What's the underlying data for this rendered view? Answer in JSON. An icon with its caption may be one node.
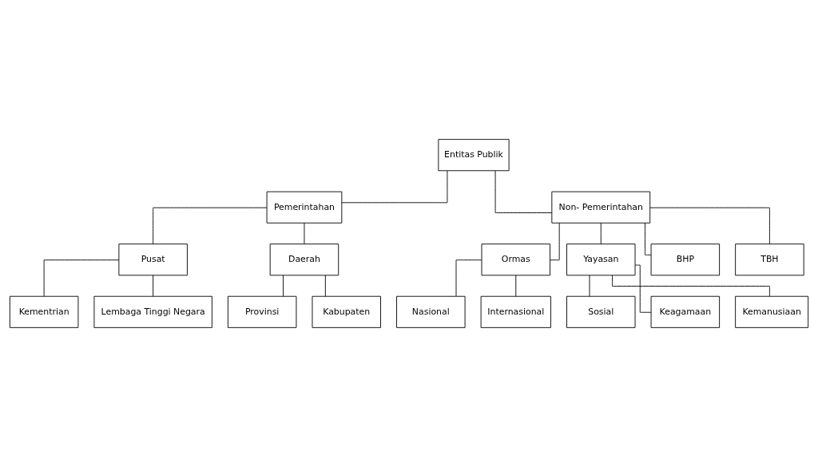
{
  "diagram": {
    "nodes": [
      {
        "text": [
          "Entitas Publik"
        ]
      },
      {
        "text": [
          "Pemerintahan"
        ]
      },
      {
        "text": [
          "Non- Pemerintahan"
        ]
      },
      {
        "text": [
          "Pusat"
        ]
      },
      {
        "text": [
          "Daerah"
        ]
      },
      {
        "text": [
          "Ormas"
        ]
      },
      {
        "text": [
          "Yayasan"
        ]
      },
      {
        "text": [
          "BHP"
        ]
      },
      {
        "text": [
          "TBH"
        ]
      },
      {
        "text": [
          "Kementrian"
        ]
      },
      {
        "text": [
          "Lembaga Tinggi Negara"
        ]
      },
      {
        "text": [
          "Provinsi"
        ]
      },
      {
        "text": [
          "Kabupaten"
        ]
      },
      {
        "text": [
          "Nasional"
        ]
      },
      {
        "text": [
          "Internasional"
        ]
      },
      {
        "text": [
          "Sosial"
        ]
      },
      {
        "text": [
          "Keagamaan"
        ]
      },
      {
        "text": [
          "Kemanusiaan"
        ]
      }
    ],
    "edges": [
      {
        "from": 0,
        "to": 1,
        "arrow": "none"
      },
      {
        "from": 0,
        "to": 2,
        "arrow": "none"
      },
      {
        "from": 1,
        "to": 3,
        "arrow": "none"
      },
      {
        "from": 1,
        "to": 4,
        "arrow": "none"
      },
      {
        "from": 2,
        "to": 5,
        "arrow": "none"
      },
      {
        "from": 2,
        "to": 6,
        "arrow": "none"
      },
      {
        "from": 2,
        "to": 7,
        "arrow": "none"
      },
      {
        "from": 2,
        "to": 8,
        "arrow": "none"
      },
      {
        "from": 3,
        "to": 9,
        "arrow": "none"
      },
      {
        "from": 3,
        "to": 10,
        "arrow": "none"
      },
      {
        "from": 4,
        "to": 11,
        "arrow": "none"
      },
      {
        "from": 4,
        "to": 12,
        "arrow": "none"
      },
      {
        "from": 5,
        "to": 13,
        "arrow": "none"
      },
      {
        "from": 5,
        "to": 14,
        "arrow": "none"
      },
      {
        "from": 6,
        "to": 15,
        "arrow": "none"
      },
      {
        "from": 6,
        "to": 16,
        "arrow": "none"
      },
      {
        "from": 6,
        "to": 17,
        "arrow": "none"
      }
    ]
  }
}
